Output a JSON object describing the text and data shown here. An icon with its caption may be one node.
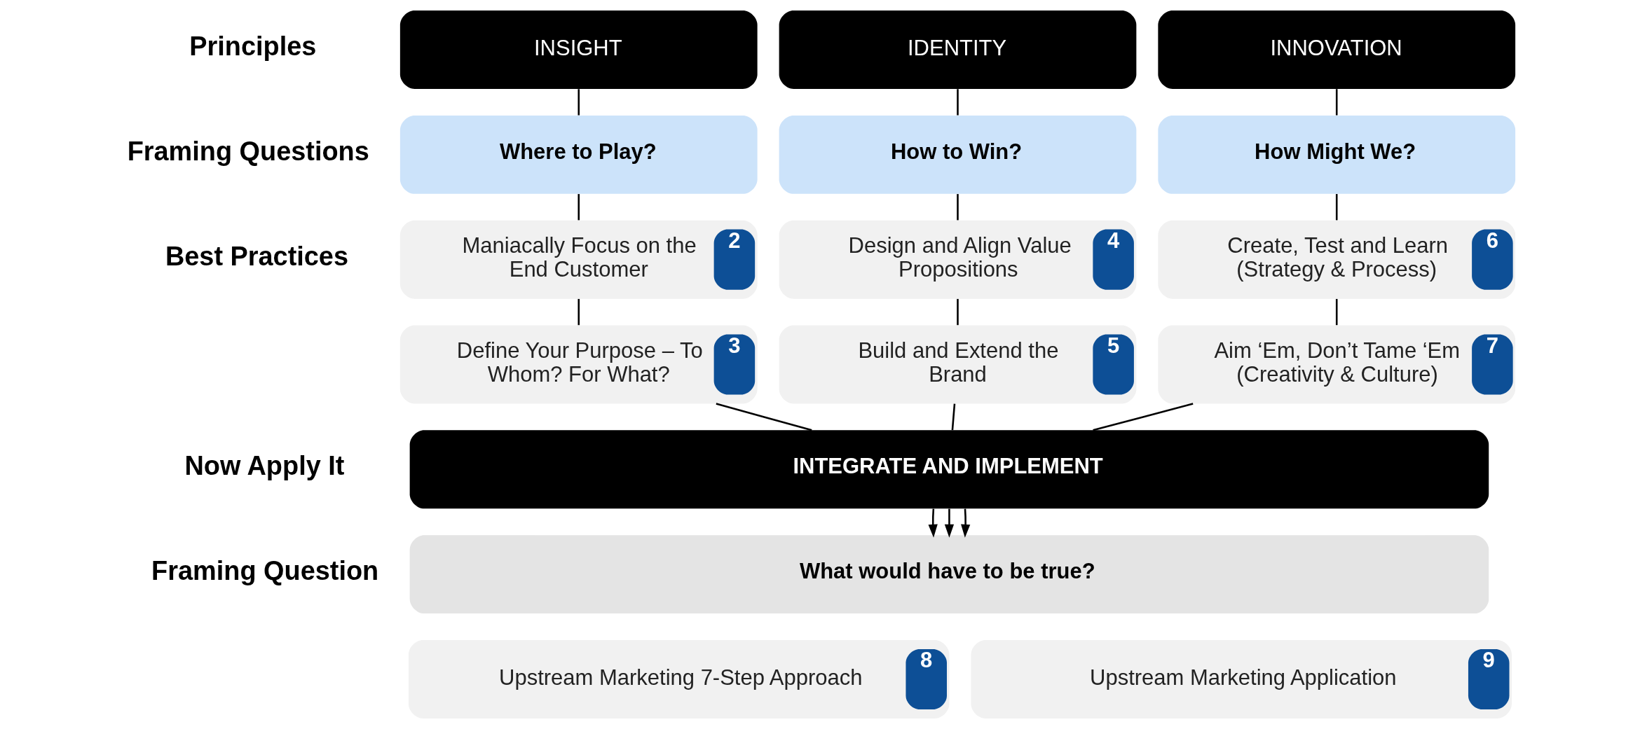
{
  "diagram": {
    "nodes": [
      {
        "text": [
          "INSIGHT"
        ]
      },
      {
        "text": [
          "IDENTITY"
        ]
      },
      {
        "text": [
          "INNOVATION"
        ]
      },
      {
        "text": [
          "Where to Play?"
        ]
      },
      {
        "text": [
          "How to Win?"
        ]
      },
      {
        "text": [
          "How Might We?"
        ]
      },
      {
        "text": [
          "Maniacally Focus on the End Customer",
          "2"
        ]
      },
      {
        "text": [
          "Design and Align Value Propositions",
          "4"
        ]
      },
      {
        "text": [
          "Create, Test and Learn (Strategy & Process)",
          "6"
        ]
      },
      {
        "text": [
          "Define Your Purpose – To Whom? For What?",
          "3"
        ]
      },
      {
        "text": [
          "Build and Extend the Brand",
          "5"
        ]
      },
      {
        "text": [
          "Aim ‘Em, Don’t Tame ‘Em (Creativity & Culture)",
          "7"
        ]
      },
      {
        "text": [
          "INTEGRATE AND IMPLEMENT"
        ]
      },
      {
        "text": [
          "What would have to be true?"
        ]
      },
      {
        "text": [
          "Upstream Marketing 7-Step Approach",
          "8"
        ]
      },
      {
        "text": [
          "Upstream Marketing Application",
          "9"
        ]
      }
    ],
    "edges": [
      {
        "from": 0,
        "to": 3,
        "arrow": "none"
      },
      {
        "from": 3,
        "to": 6,
        "arrow": "none"
      },
      {
        "from": 6,
        "to": 9,
        "arrow": "none"
      },
      {
        "from": 9,
        "to": 12,
        "arrow": "none"
      },
      {
        "from": 1,
        "to": 4,
        "arrow": "none"
      },
      {
        "from": 4,
        "to": 7,
        "arrow": "none"
      },
      {
        "from": 7,
        "to": 10,
        "arrow": "none"
      },
      {
        "from": 10,
        "to": 12,
        "arrow": "none"
      },
      {
        "from": 2,
        "to": 5,
        "arrow": "none"
      },
      {
        "from": 5,
        "to": 8,
        "arrow": "none"
      },
      {
        "from": 8,
        "to": 11,
        "arrow": "none"
      },
      {
        "from": 11,
        "to": 12,
        "arrow": "none"
      },
      {
        "from": 12,
        "to": 13,
        "arrow": "to"
      },
      {
        "from": 12,
        "to": 13,
        "arrow": "to"
      },
      {
        "from": 12,
        "to": 13,
        "arrow": "to"
      }
    ],
    "labels": [
      "Principles",
      "Framing Questions",
      "Best Practices",
      "Now Apply It",
      "Framing Question"
    ]
  }
}
